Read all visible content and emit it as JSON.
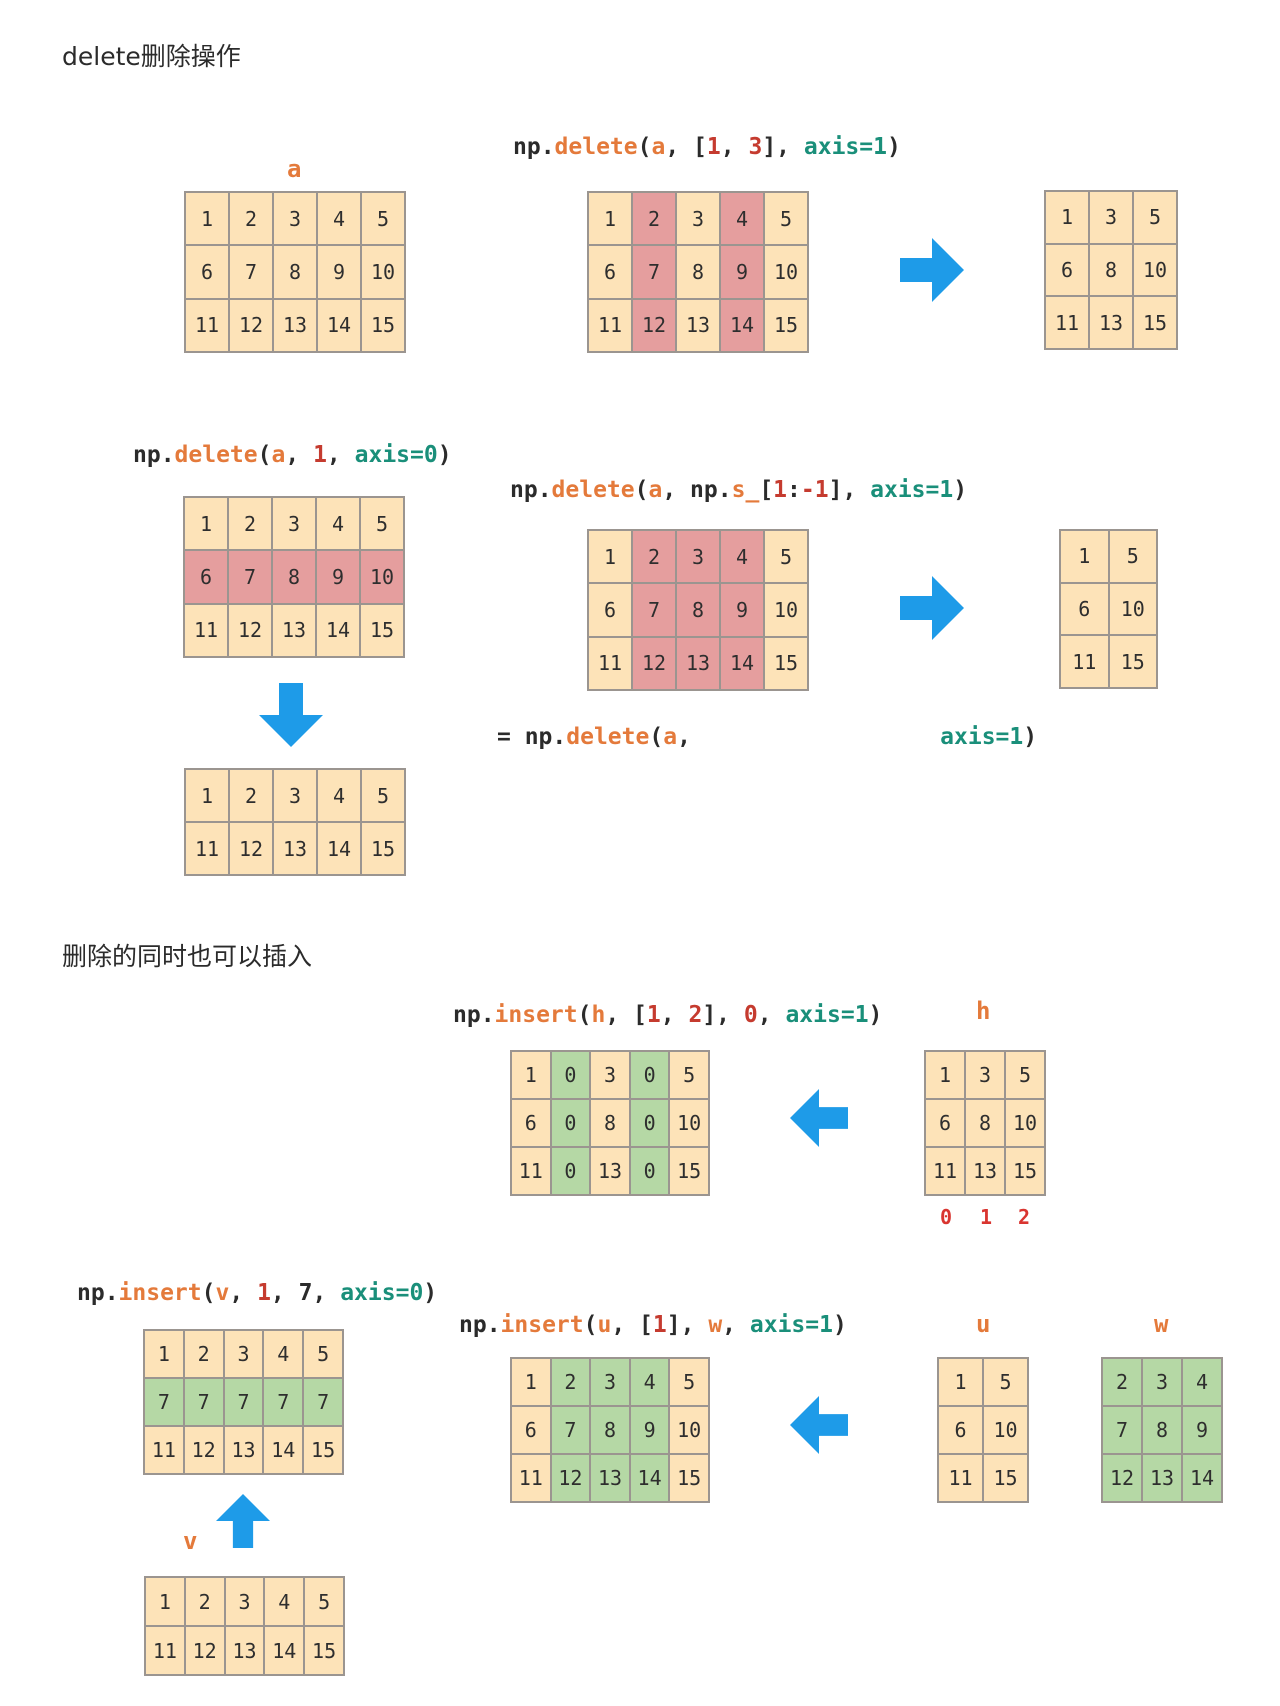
{
  "headings": {
    "delete": "delete删除操作",
    "insert": "删除的同时也可以插入"
  },
  "colors": {
    "cell": "#fde3b8",
    "highlight_delete": "#e59e9e",
    "highlight_insert": "#b5d8a5",
    "border": "#9b9590",
    "arrow": "#1e9be8",
    "code_plain": "#2b2b2b",
    "code_func": "#e47a3b",
    "code_number": "#c53b2f",
    "code_keyword": "#1a8f7a"
  },
  "icons": {
    "arrow": "arrow-icon"
  },
  "code_lines": {
    "c1": [
      [
        "np.",
        "p"
      ],
      [
        "delete",
        "f"
      ],
      [
        "(",
        "p"
      ],
      [
        "a",
        "f"
      ],
      [
        ", [",
        "p"
      ],
      [
        "1",
        "n"
      ],
      [
        ", ",
        "p"
      ],
      [
        "3",
        "n"
      ],
      [
        "], ",
        "p"
      ],
      [
        "axis=",
        "k"
      ],
      [
        "1",
        "k"
      ],
      [
        ")",
        "p"
      ]
    ],
    "c2": [
      [
        "np.",
        "p"
      ],
      [
        "delete",
        "f"
      ],
      [
        "(",
        "p"
      ],
      [
        "a",
        "f"
      ],
      [
        ", ",
        "p"
      ],
      [
        "1",
        "n"
      ],
      [
        ", ",
        "p"
      ],
      [
        "axis=",
        "k"
      ],
      [
        "0",
        "k"
      ],
      [
        ")",
        "p"
      ]
    ],
    "c3": [
      [
        "np.",
        "p"
      ],
      [
        "delete",
        "f"
      ],
      [
        "(",
        "p"
      ],
      [
        "a",
        "f"
      ],
      [
        ", np.",
        "p"
      ],
      [
        "s_",
        "f"
      ],
      [
        "[",
        "p"
      ],
      [
        "1",
        "n"
      ],
      [
        ":",
        "p"
      ],
      [
        "-1",
        "n"
      ],
      [
        "], ",
        "p"
      ],
      [
        "axis=",
        "k"
      ],
      [
        "1",
        "k"
      ],
      [
        ")",
        "p"
      ]
    ],
    "c4": [
      [
        "= np.",
        "p"
      ],
      [
        "delete",
        "f"
      ],
      [
        "(",
        "p"
      ],
      [
        "a",
        "f"
      ],
      [
        ",",
        "p"
      ],
      [
        "                  ",
        "p"
      ],
      [
        "axis=",
        "k"
      ],
      [
        "1",
        "k"
      ],
      [
        ")",
        "p"
      ]
    ],
    "c5": [
      [
        "np.",
        "p"
      ],
      [
        "insert",
        "f"
      ],
      [
        "(",
        "p"
      ],
      [
        "h",
        "f"
      ],
      [
        ", [",
        "p"
      ],
      [
        "1",
        "n"
      ],
      [
        ", ",
        "p"
      ],
      [
        "2",
        "n"
      ],
      [
        "], ",
        "p"
      ],
      [
        "0",
        "n"
      ],
      [
        ", ",
        "p"
      ],
      [
        "axis=",
        "k"
      ],
      [
        "1",
        "k"
      ],
      [
        ")",
        "p"
      ]
    ],
    "c6": [
      [
        "np.",
        "p"
      ],
      [
        "insert",
        "f"
      ],
      [
        "(",
        "p"
      ],
      [
        "v",
        "f"
      ],
      [
        ", ",
        "p"
      ],
      [
        "1",
        "n"
      ],
      [
        ", ",
        "p"
      ],
      [
        "7",
        "p"
      ],
      [
        ", ",
        "p"
      ],
      [
        "axis=",
        "k"
      ],
      [
        "0",
        "k"
      ],
      [
        ")",
        "p"
      ]
    ],
    "c7": [
      [
        "np.",
        "p"
      ],
      [
        "insert",
        "f"
      ],
      [
        "(",
        "p"
      ],
      [
        "u",
        "f"
      ],
      [
        ", [",
        "p"
      ],
      [
        "1",
        "n"
      ],
      [
        "], ",
        "p"
      ],
      [
        "w",
        "f"
      ],
      [
        ", ",
        "p"
      ],
      [
        "axis=",
        "k"
      ],
      [
        "1",
        "k"
      ],
      [
        ")",
        "p"
      ]
    ]
  },
  "labels": {
    "a": "a",
    "h": "h",
    "u": "u",
    "w": "w",
    "v": "v"
  },
  "h_indices": [
    "0",
    "1",
    "2"
  ],
  "grids": {
    "a": {
      "rows": [
        [
          "1",
          "2",
          "3",
          "4",
          "5"
        ],
        [
          "6",
          "7",
          "8",
          "9",
          "10"
        ],
        [
          "11",
          "12",
          "13",
          "14",
          "15"
        ]
      ],
      "red_cols": [],
      "red_rows": [],
      "green_cols": [],
      "green_rows": [],
      "all_green": false
    },
    "del_cols": {
      "rows": [
        [
          "1",
          "2",
          "3",
          "4",
          "5"
        ],
        [
          "6",
          "7",
          "8",
          "9",
          "10"
        ],
        [
          "11",
          "12",
          "13",
          "14",
          "15"
        ]
      ],
      "red_cols": [
        1,
        3
      ],
      "red_rows": [],
      "green_cols": [],
      "green_rows": [],
      "all_green": false
    },
    "del_cols_result": {
      "rows": [
        [
          "1",
          "3",
          "5"
        ],
        [
          "6",
          "8",
          "10"
        ],
        [
          "11",
          "13",
          "15"
        ]
      ],
      "red_cols": [],
      "red_rows": [],
      "green_cols": [],
      "green_rows": [],
      "all_green": false
    },
    "del_row": {
      "rows": [
        [
          "1",
          "2",
          "3",
          "4",
          "5"
        ],
        [
          "6",
          "7",
          "8",
          "9",
          "10"
        ],
        [
          "11",
          "12",
          "13",
          "14",
          "15"
        ]
      ],
      "red_cols": [],
      "red_rows": [
        1
      ],
      "green_cols": [],
      "green_rows": [],
      "all_green": false
    },
    "del_row_result": {
      "rows": [
        [
          "1",
          "2",
          "3",
          "4",
          "5"
        ],
        [
          "11",
          "12",
          "13",
          "14",
          "15"
        ]
      ],
      "red_cols": [],
      "red_rows": [],
      "green_cols": [],
      "green_rows": [],
      "all_green": false
    },
    "del_slice": {
      "rows": [
        [
          "1",
          "2",
          "3",
          "4",
          "5"
        ],
        [
          "6",
          "7",
          "8",
          "9",
          "10"
        ],
        [
          "11",
          "12",
          "13",
          "14",
          "15"
        ]
      ],
      "red_cols": [
        1,
        2,
        3
      ],
      "red_rows": [],
      "green_cols": [],
      "green_rows": [],
      "all_green": false
    },
    "del_slice_result": {
      "rows": [
        [
          "1",
          "5"
        ],
        [
          "6",
          "10"
        ],
        [
          "11",
          "15"
        ]
      ],
      "red_cols": [],
      "red_rows": [],
      "green_cols": [],
      "green_rows": [],
      "all_green": false
    },
    "ins_h_result": {
      "rows": [
        [
          "1",
          "0",
          "3",
          "0",
          "5"
        ],
        [
          "6",
          "0",
          "8",
          "0",
          "10"
        ],
        [
          "11",
          "0",
          "13",
          "0",
          "15"
        ]
      ],
      "red_cols": [],
      "red_rows": [],
      "green_cols": [
        1,
        3
      ],
      "green_rows": [],
      "all_green": false
    },
    "h": {
      "rows": [
        [
          "1",
          "3",
          "5"
        ],
        [
          "6",
          "8",
          "10"
        ],
        [
          "11",
          "13",
          "15"
        ]
      ],
      "red_cols": [],
      "red_rows": [],
      "green_cols": [],
      "green_rows": [],
      "all_green": false
    },
    "ins_v_result": {
      "rows": [
        [
          "1",
          "2",
          "3",
          "4",
          "5"
        ],
        [
          "7",
          "7",
          "7",
          "7",
          "7"
        ],
        [
          "11",
          "12",
          "13",
          "14",
          "15"
        ]
      ],
      "red_cols": [],
      "red_rows": [],
      "green_cols": [],
      "green_rows": [
        1
      ],
      "all_green": false
    },
    "v": {
      "rows": [
        [
          "1",
          "2",
          "3",
          "4",
          "5"
        ],
        [
          "11",
          "12",
          "13",
          "14",
          "15"
        ]
      ],
      "red_cols": [],
      "red_rows": [],
      "green_cols": [],
      "green_rows": [],
      "all_green": false
    },
    "ins_u_result": {
      "rows": [
        [
          "1",
          "2",
          "3",
          "4",
          "5"
        ],
        [
          "6",
          "7",
          "8",
          "9",
          "10"
        ],
        [
          "11",
          "12",
          "13",
          "14",
          "15"
        ]
      ],
      "red_cols": [],
      "red_rows": [],
      "green_cols": [
        1,
        2,
        3
      ],
      "green_rows": [],
      "all_green": false
    },
    "u": {
      "rows": [
        [
          "1",
          "5"
        ],
        [
          "6",
          "10"
        ],
        [
          "11",
          "15"
        ]
      ],
      "red_cols": [],
      "red_rows": [],
      "green_cols": [],
      "green_rows": [],
      "all_green": false
    },
    "w": {
      "rows": [
        [
          "2",
          "3",
          "4"
        ],
        [
          "7",
          "8",
          "9"
        ],
        [
          "12",
          "13",
          "14"
        ]
      ],
      "red_cols": [],
      "red_rows": [],
      "green_cols": [],
      "green_rows": [],
      "all_green": true
    }
  }
}
